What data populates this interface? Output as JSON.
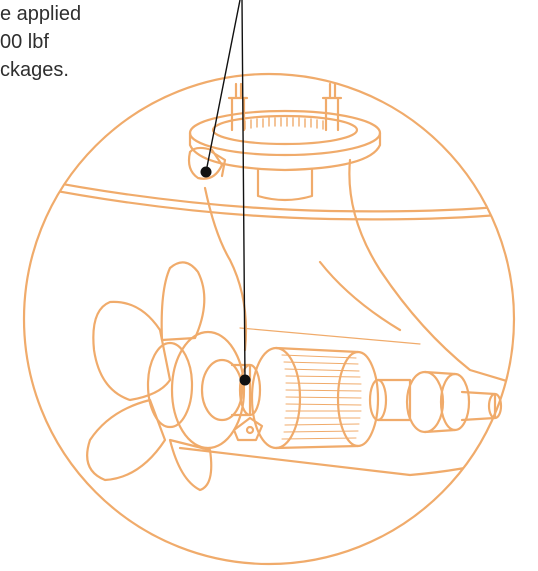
{
  "caption": {
    "lines": [
      "e applied",
      "00 lbf",
      "ckages."
    ]
  },
  "colors": {
    "outline": "#f0ab6b",
    "pointer": "#111111",
    "text": "#2f2f2f",
    "background": "#ffffff"
  },
  "callouts": {
    "count": 2,
    "targets": [
      "mount-bracket-point",
      "shaft-coupling-point"
    ]
  }
}
